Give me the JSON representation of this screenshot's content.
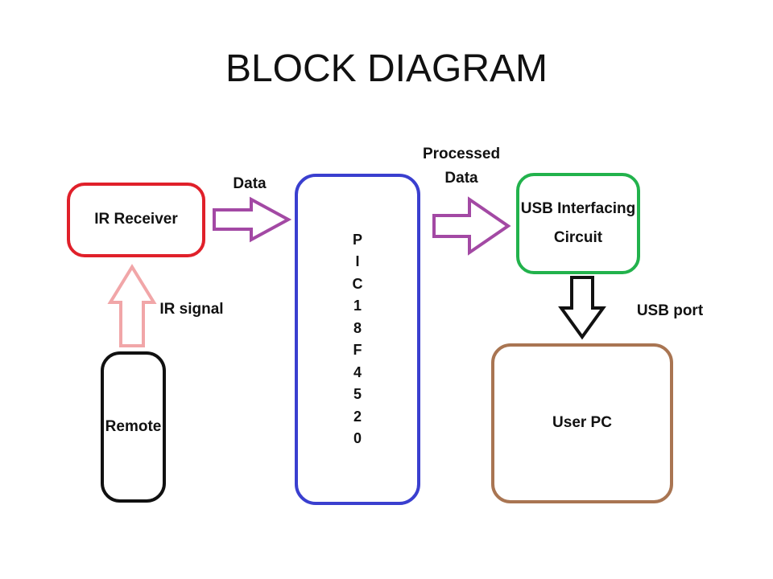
{
  "title": "BLOCK DIAGRAM",
  "blocks": {
    "ir_receiver": "IR Receiver",
    "remote": "Remote",
    "pic": "PIC18F4520",
    "usb_interfacing_line1": "USB Interfacing",
    "usb_interfacing_line2": "Circuit",
    "user_pc": "User PC"
  },
  "labels": {
    "data": "Data",
    "processed_line1": "Processed",
    "processed_line2": "Data",
    "ir_signal": "IR signal",
    "usb_port": "USB port"
  },
  "colors": {
    "ir_receiver": "#e0202a",
    "remote": "#111111",
    "pic": "#3a3fcf",
    "usb_interfacing": "#22b24c",
    "user_pc": "#a97552",
    "data_arrow": "#a349a4",
    "ir_arrow": "#f1a6a8",
    "usb_arrow": "#111111"
  }
}
